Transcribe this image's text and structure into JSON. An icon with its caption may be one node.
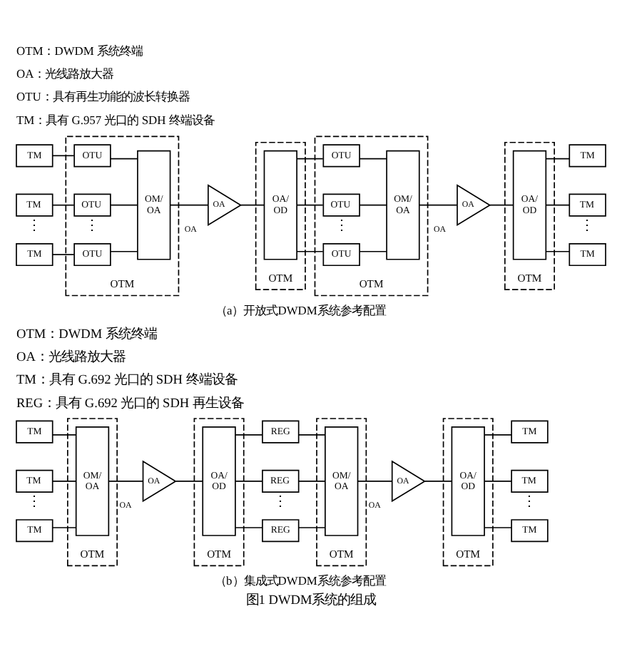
{
  "diagram": {
    "caption": "图1 DWDM系统的组成",
    "nodes": [
      {
        "text": [
          "TM"
        ]
      },
      {
        "text": [
          "TM"
        ],
        "beside": [
          "⋮"
        ]
      },
      {
        "text": [
          "TM"
        ]
      },
      {
        "text": [
          "OTM"
        ]
      },
      {
        "text": [
          "OTU"
        ],
        "in": 3
      },
      {
        "text": [
          "OTU"
        ],
        "in": 3,
        "beside": [
          "⋮"
        ]
      },
      {
        "text": [
          "OTU"
        ],
        "in": 3
      },
      {
        "text": [
          "OM/ OA"
        ],
        "in": 3
      },
      {
        "text": [
          "OA"
        ],
        "beside": [
          "OA"
        ]
      },
      {
        "text": [
          "OTM"
        ]
      },
      {
        "text": [
          "OA/ OD"
        ],
        "in": 9
      },
      {
        "text": [
          "OTM"
        ]
      },
      {
        "text": [
          "OTU"
        ],
        "in": 11
      },
      {
        "text": [
          "OTU"
        ],
        "in": 11,
        "beside": [
          "⋮"
        ]
      },
      {
        "text": [
          "OTU"
        ],
        "in": 11
      },
      {
        "text": [
          "OM/ OA"
        ],
        "in": 11
      },
      {
        "text": [
          "OA"
        ],
        "beside": [
          "OA"
        ]
      },
      {
        "text": [
          "OTM"
        ]
      },
      {
        "text": [
          "OA/ OD"
        ],
        "in": 17
      },
      {
        "text": [
          "TM"
        ]
      },
      {
        "text": [
          "TM"
        ],
        "beside": [
          "⋮"
        ]
      },
      {
        "text": [
          "TM"
        ]
      },
      {
        "text": [
          "TM"
        ]
      },
      {
        "text": [
          "TM"
        ],
        "beside": [
          "⋮"
        ]
      },
      {
        "text": [
          "TM"
        ]
      },
      {
        "text": [
          "OTM"
        ]
      },
      {
        "text": [
          "OM/ OA"
        ],
        "in": 25
      },
      {
        "text": [
          "OA"
        ],
        "beside": [
          "OA"
        ]
      },
      {
        "text": [
          "OTM"
        ]
      },
      {
        "text": [
          "OA/ OD"
        ],
        "in": 28
      },
      {
        "text": [
          "REG"
        ]
      },
      {
        "text": [
          "REG"
        ],
        "beside": [
          "⋮"
        ]
      },
      {
        "text": [
          "REG"
        ]
      },
      {
        "text": [
          "OTM"
        ]
      },
      {
        "text": [
          "OM/ OA"
        ],
        "in": 33
      },
      {
        "text": [
          "OA"
        ],
        "beside": [
          "OA"
        ]
      },
      {
        "text": [
          "OTM"
        ]
      },
      {
        "text": [
          "OA/ OD"
        ],
        "in": 36
      },
      {
        "text": [
          "TM"
        ]
      },
      {
        "text": [
          "TM"
        ],
        "beside": [
          "⋮"
        ]
      },
      {
        "text": [
          "TM"
        ]
      }
    ],
    "edges": [
      {
        "from": 0,
        "to": 4,
        "arrow": "none"
      },
      {
        "from": 1,
        "to": 5,
        "arrow": "none"
      },
      {
        "from": 2,
        "to": 6,
        "arrow": "none"
      },
      {
        "from": 4,
        "to": 7,
        "arrow": "none"
      },
      {
        "from": 5,
        "to": 7,
        "arrow": "none"
      },
      {
        "from": 6,
        "to": 7,
        "arrow": "none"
      },
      {
        "from": 7,
        "to": 8,
        "arrow": "none"
      },
      {
        "from": 8,
        "to": 10,
        "arrow": "none"
      },
      {
        "from": 10,
        "to": 12,
        "arrow": "none"
      },
      {
        "from": 10,
        "to": 13,
        "arrow": "none"
      },
      {
        "from": 10,
        "to": 14,
        "arrow": "none"
      },
      {
        "from": 12,
        "to": 15,
        "arrow": "none"
      },
      {
        "from": 13,
        "to": 15,
        "arrow": "none"
      },
      {
        "from": 14,
        "to": 15,
        "arrow": "none"
      },
      {
        "from": 15,
        "to": 16,
        "arrow": "none"
      },
      {
        "from": 16,
        "to": 18,
        "arrow": "none"
      },
      {
        "from": 18,
        "to": 19,
        "arrow": "none"
      },
      {
        "from": 18,
        "to": 20,
        "arrow": "none"
      },
      {
        "from": 18,
        "to": 21,
        "arrow": "none"
      },
      {
        "from": 22,
        "to": 26,
        "arrow": "none"
      },
      {
        "from": 23,
        "to": 26,
        "arrow": "none"
      },
      {
        "from": 24,
        "to": 26,
        "arrow": "none"
      },
      {
        "from": 26,
        "to": 27,
        "arrow": "none"
      },
      {
        "from": 27,
        "to": 29,
        "arrow": "none"
      },
      {
        "from": 29,
        "to": 30,
        "arrow": "none"
      },
      {
        "from": 29,
        "to": 31,
        "arrow": "none"
      },
      {
        "from": 29,
        "to": 32,
        "arrow": "none"
      },
      {
        "from": 30,
        "to": 34,
        "arrow": "none"
      },
      {
        "from": 31,
        "to": 34,
        "arrow": "none"
      },
      {
        "from": 32,
        "to": 34,
        "arrow": "none"
      },
      {
        "from": 34,
        "to": 35,
        "arrow": "none"
      },
      {
        "from": 35,
        "to": 37,
        "arrow": "none"
      },
      {
        "from": 37,
        "to": 38,
        "arrow": "none"
      },
      {
        "from": 37,
        "to": 39,
        "arrow": "none"
      },
      {
        "from": 37,
        "to": 40,
        "arrow": "none"
      }
    ],
    "labels": [
      "OTM：DWDM 系统终端",
      "OA：光线路放大器",
      "OTU：具有再生功能的波长转换器",
      "TM：具有 G.957 光口的 SDH 终端设备",
      "（a）开放式DWDM系统参考配置",
      "OTM：DWDM 系统终端",
      "OA：光线路放大器",
      "TM：具有 G.692 光口的 SDH 终端设备",
      "REG：具有 G.692 光口的 SDH 再生设备",
      "（b）集成式DWDM系统参考配置"
    ]
  }
}
